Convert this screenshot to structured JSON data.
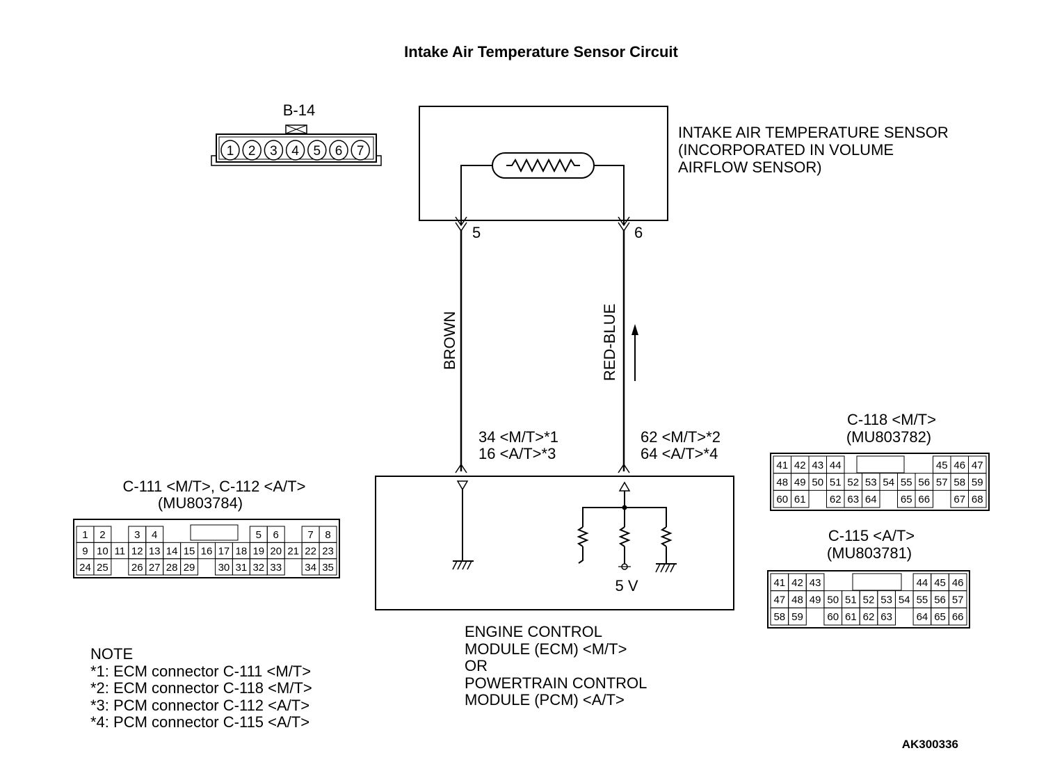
{
  "title": "Intake Air Temperature Sensor Circuit",
  "b14": {
    "label": "B-14",
    "pins": [
      "1",
      "2",
      "3",
      "4",
      "5",
      "6",
      "7"
    ]
  },
  "sensor": {
    "lines": [
      "INTAKE AIR TEMPERATURE SENSOR",
      "(INCORPORATED IN VOLUME",
      "AIRFLOW SENSOR)"
    ],
    "pin_left": "5",
    "pin_right": "6"
  },
  "wires": {
    "left": "BROWN",
    "right": "RED-BLUE"
  },
  "ecm_pins": {
    "left": [
      "34 <M/T>*1",
      "16 <A/T>*3"
    ],
    "right": [
      "62 <M/T>*2",
      "64 <A/T>*4"
    ]
  },
  "ecm": {
    "voltage": "5 V",
    "lines": [
      "ENGINE CONTROL",
      "MODULE (ECM) <M/T>",
      "OR",
      "POWERTRAIN CONTROL",
      "MODULE (PCM) <A/T>"
    ]
  },
  "c111": {
    "label": [
      "C-111 <M/T>, C-112 <A/T>",
      "(MU803784)"
    ],
    "rows": [
      [
        "1",
        "2",
        "",
        "3",
        "4",
        "",
        "",
        "",
        "",
        "",
        "5",
        "6",
        "",
        "7",
        "8"
      ],
      [
        "9",
        "10",
        "11",
        "12",
        "13",
        "14",
        "15",
        "16",
        "17",
        "18",
        "19",
        "20",
        "21",
        "22",
        "23"
      ],
      [
        "24",
        "25",
        "",
        "26",
        "27",
        "28",
        "29",
        "",
        "30",
        "31",
        "32",
        "33",
        "",
        "34",
        "35"
      ]
    ]
  },
  "c118": {
    "label": [
      "C-118 <M/T>",
      "(MU803782)"
    ],
    "rows": [
      [
        "41",
        "42",
        "43",
        "44",
        "",
        "",
        "",
        "",
        "",
        "45",
        "46",
        "47"
      ],
      [
        "48",
        "49",
        "50",
        "51",
        "52",
        "53",
        "54",
        "55",
        "56",
        "57",
        "58",
        "59"
      ],
      [
        "60",
        "61",
        "",
        "62",
        "63",
        "64",
        "",
        "65",
        "66",
        "",
        "67",
        "68"
      ]
    ]
  },
  "c115": {
    "label": [
      "C-115 <A/T>",
      "(MU803781)"
    ],
    "rows": [
      [
        "41",
        "42",
        "43",
        "",
        "",
        "",
        "",
        "",
        "44",
        "45",
        "46"
      ],
      [
        "47",
        "48",
        "49",
        "50",
        "51",
        "52",
        "53",
        "54",
        "55",
        "56",
        "57"
      ],
      [
        "58",
        "59",
        "",
        "60",
        "61",
        "62",
        "63",
        "",
        "64",
        "65",
        "66"
      ]
    ]
  },
  "note": {
    "heading": "NOTE",
    "items": [
      "*1: ECM connector C-111 <M/T>",
      "*2: ECM connector C-118 <M/T>",
      "*3: PCM connector C-112 <A/T>",
      "*4: PCM connector C-115 <A/T>"
    ]
  },
  "code": "AK300336"
}
